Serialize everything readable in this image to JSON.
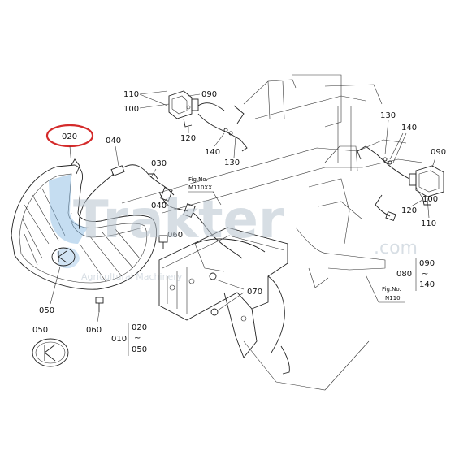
{
  "parts": {
    "p020": "020",
    "p040": "040",
    "p030": "030",
    "p040b": "040",
    "p060a": "060",
    "p060b": "060",
    "p050": "050",
    "p050b": "050",
    "p070": "070",
    "p110": "110",
    "p090": "090",
    "p100": "100",
    "p120": "120",
    "p140": "140",
    "p130": "130",
    "p130b": "130",
    "p140b": "140",
    "p090b": "090",
    "p100b": "100",
    "p120b": "120",
    "p110b": "110",
    "p080": "080",
    "p090c": "090",
    "p140c": "140",
    "p010": "010",
    "p020b": "020",
    "p050c": "050"
  },
  "refs": {
    "fig_label_1": "Fig.No.",
    "fig_code_1": "M110XX",
    "fig_label_2": "Fig.No.",
    "fig_code_2": "N110",
    "range_sep": "~"
  },
  "watermark": {
    "brand": "Trakter",
    "domain": ".com",
    "tagline": "Agricultural Machinery"
  },
  "colors": {
    "highlight": "#d42a2a",
    "selection": "#7fb3e0",
    "line": "#222222"
  }
}
